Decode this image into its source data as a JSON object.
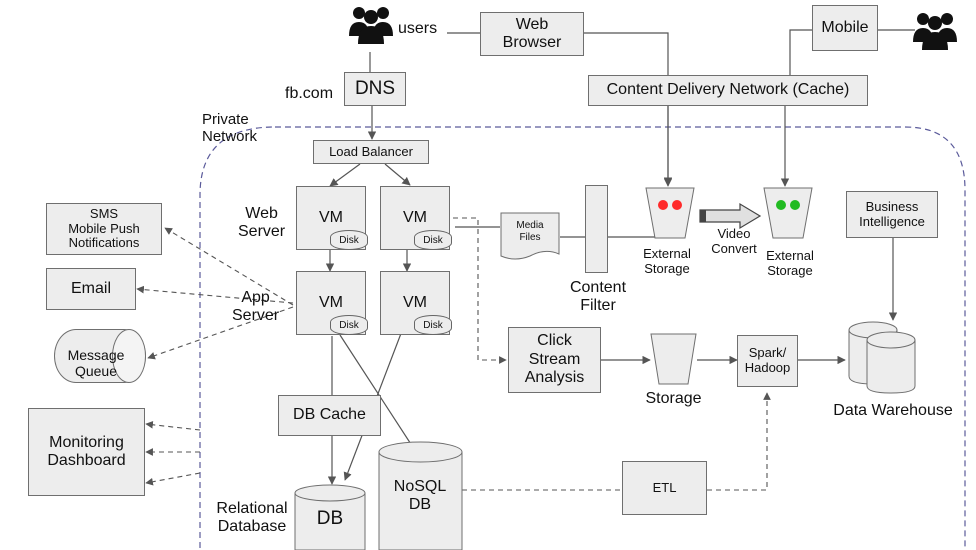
{
  "left": {
    "sms": "SMS\nMobile Push\nNotifications",
    "email": "Email",
    "queue": "Message\nQueue",
    "monitoring": "Monitoring\nDashboard"
  },
  "top": {
    "users": "users",
    "web_browser": "Web\nBrowser",
    "mobile": "Mobile",
    "fbcom": "fb.com",
    "dns": "DNS",
    "cdn": "Content Delivery Network (Cache)"
  },
  "network": {
    "private": "Private\nNetwork",
    "load_balancer": "Load Balancer"
  },
  "servers": {
    "web_server": "Web\nServer",
    "app_server": "App\nServer",
    "vm": "VM",
    "disk": "Disk"
  },
  "pipeline": {
    "media_files": "Media\nFiles",
    "content_filter": "Content\nFilter",
    "external_storage": "External\nStorage",
    "video_convert": "Video\nConvert",
    "click_stream": "Click\nStream\nAnalysis",
    "storage": "Storage",
    "spark": "Spark/\nHadoop",
    "bi": "Business\nIntelligence",
    "data_warehouse": "Data Warehouse",
    "etl": "ETL"
  },
  "databases": {
    "db_cache": "DB Cache",
    "relational": "Relational\nDatabase",
    "db": "DB",
    "nosql": "NoSQL\nDB"
  },
  "colors": {
    "box_fill": "#ededed",
    "network_border": "#5a5a9a",
    "red_dot": "#ff2a2a",
    "green_dot": "#22bb22"
  }
}
